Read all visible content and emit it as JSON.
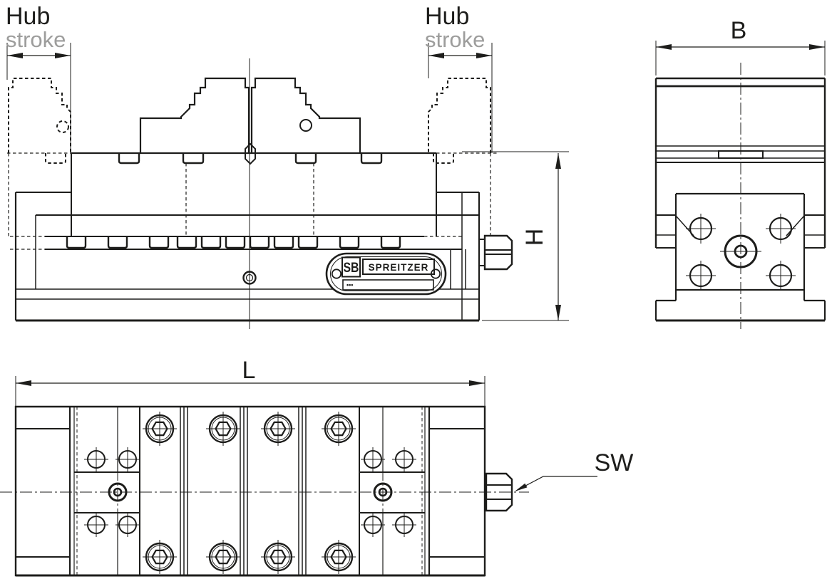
{
  "page": {
    "background": "#ffffff"
  },
  "colors": {
    "ink": "#1d1d1b",
    "muted_text": "#9d9d9c"
  },
  "dimensions": {
    "hub_left": {
      "title": "Hub",
      "subtitle": "stroke"
    },
    "hub_right": {
      "title": "Hub",
      "subtitle": "stroke"
    },
    "width": "B",
    "height": "H",
    "length": "L",
    "wrench_size": "SW"
  },
  "nameplate": {
    "monogram": "SB",
    "brand": "SPREITZER",
    "serial": "•••"
  }
}
